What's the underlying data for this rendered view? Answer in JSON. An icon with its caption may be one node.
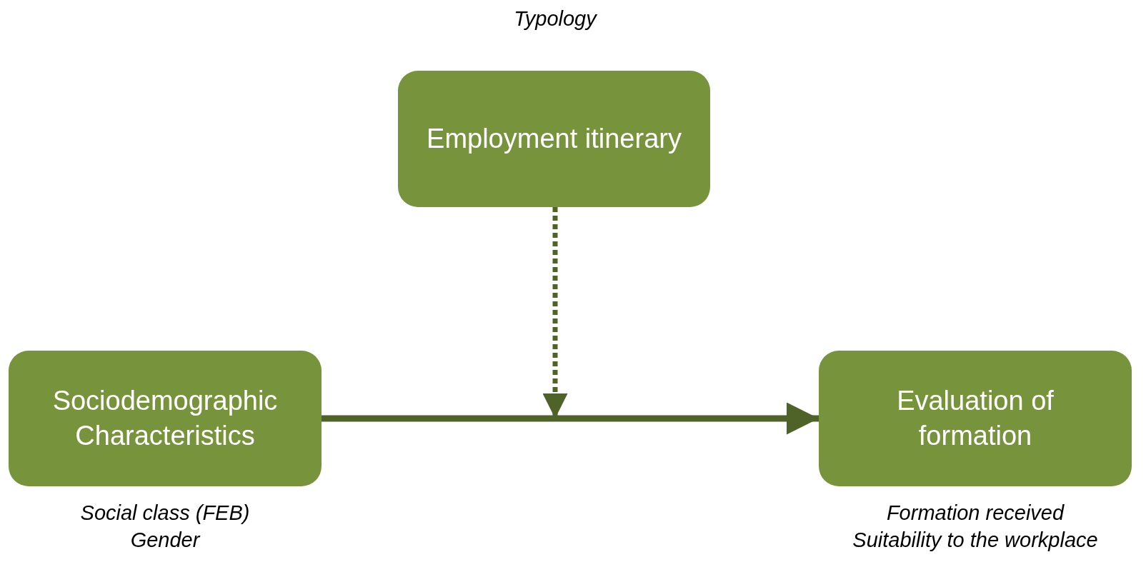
{
  "diagram": {
    "nodes": [
      {
        "text": [
          "Employment itinerary"
        ],
        "beside": [
          "Typology"
        ]
      },
      {
        "text": [
          "Sociodemographic Characteristics"
        ],
        "beside": [
          "Social class (FEB)",
          "Gender"
        ]
      },
      {
        "text": [
          "Evaluation of formation"
        ],
        "beside": [
          "Formation received",
          "Suitability to the workplace"
        ]
      }
    ],
    "edges": [
      {
        "from": 1,
        "to": 2,
        "arrow": "to"
      },
      {
        "from": 0,
        "to": null,
        "arrow": "to",
        "style": "dashed"
      }
    ]
  }
}
